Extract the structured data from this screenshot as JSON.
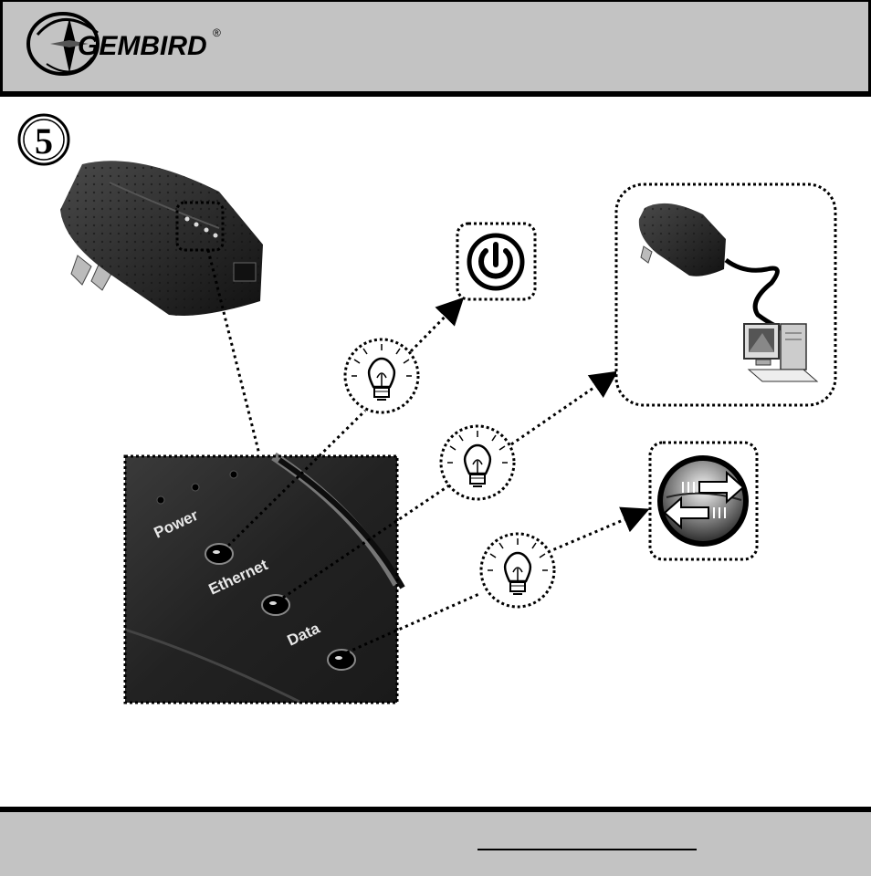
{
  "header": {
    "brand": "GEMBIRD",
    "registered": "®"
  },
  "step": {
    "number": "5"
  },
  "led_labels": {
    "power": "Power",
    "ethernet": "Ethernet",
    "data": "Data"
  },
  "icons": {
    "power_status": "power-icon",
    "ethernet_status": "pc-connected-icon",
    "data_status": "data-transfer-icon",
    "indicator": "lightbulb-icon"
  },
  "colors": {
    "header_bg": "#c3c3c3",
    "border": "#000000",
    "device": "#2a2a2a"
  }
}
